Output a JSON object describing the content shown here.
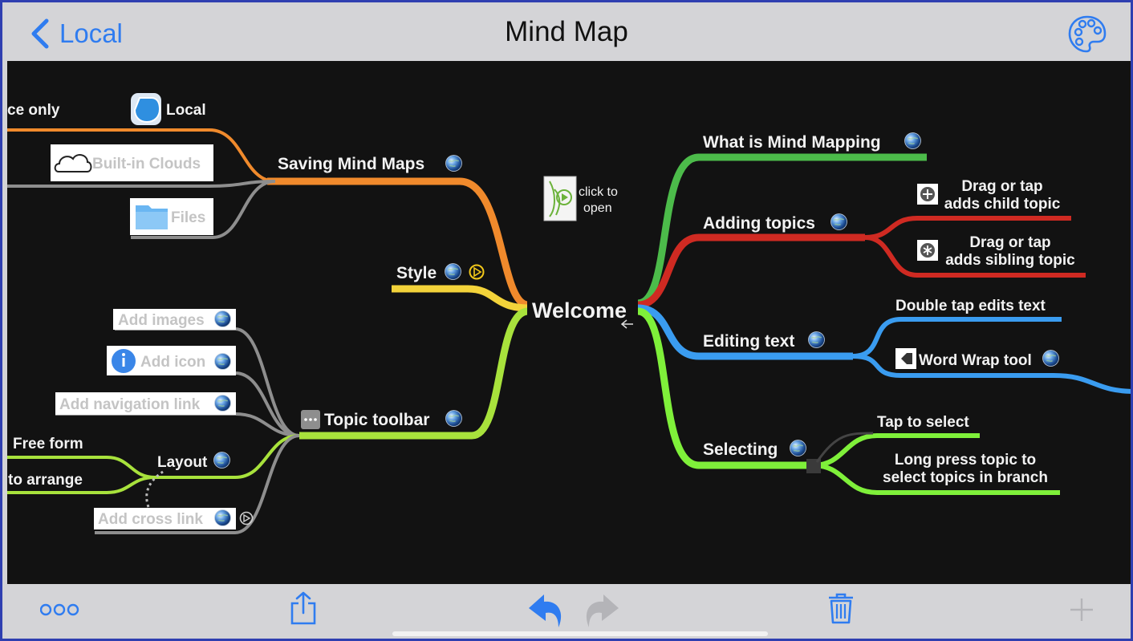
{
  "navbar": {
    "back_label": "Local",
    "title": "Mind Map"
  },
  "colors": {
    "accent": "#2f7cf0",
    "canvas_bg": "#121212",
    "branch_orange": "#f08a2c",
    "branch_yellow": "#f3d33a",
    "branch_lime": "#a8e23c",
    "branch_green": "#4cbb4a",
    "branch_red": "#cf2a22",
    "branch_blue": "#3a9cf0",
    "branch_bright_green": "#7ff03a",
    "branch_gray": "#8e8e8e"
  },
  "map": {
    "central": "Welcome",
    "video_note_line1": "click to",
    "video_note_line2": "open",
    "saving": {
      "label": "Saving Mind Maps",
      "device_only": "ce only",
      "local": "Local",
      "clouds": "Built-in Clouds",
      "files": "Files"
    },
    "style": "Style",
    "toolbar": {
      "label": "Topic toolbar",
      "add_images": "Add images",
      "add_icon": "Add icon",
      "add_nav_link": "Add navigation link",
      "layout": "Layout",
      "free_form": "Free form",
      "to_arrange": "to arrange",
      "add_cross_link": "Add cross link"
    },
    "what_is": "What is Mind Mapping",
    "adding": {
      "label": "Adding topics",
      "child_line1": "Drag or tap",
      "child_line2": "adds child topic",
      "sibling_line1": "Drag or tap",
      "sibling_line2": "adds sibling topic"
    },
    "editing": {
      "label": "Editing text",
      "double_tap": "Double tap edits text",
      "word_wrap": "Word Wrap tool"
    },
    "selecting": {
      "label": "Selecting",
      "tap": "Tap to select",
      "long_line1": "Long press topic to",
      "long_line2": "select topics in branch"
    }
  },
  "toolbar_icons": [
    "more-icon",
    "share-icon",
    "undo-icon",
    "redo-icon",
    "trash-icon",
    "add-icon"
  ]
}
